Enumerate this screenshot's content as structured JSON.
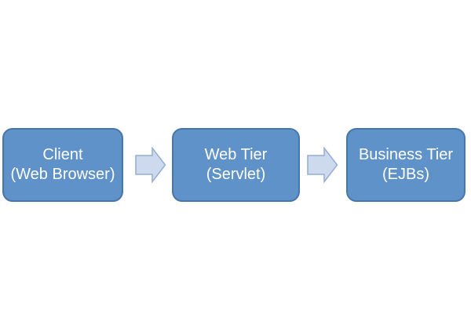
{
  "diagram": {
    "type": "flow",
    "direction": "left-to-right",
    "nodes": [
      {
        "id": "client",
        "line1": "Client",
        "line2": "(Web Browser)"
      },
      {
        "id": "web",
        "line1": "Web Tier",
        "line2": "(Servlet)"
      },
      {
        "id": "business",
        "line1": "Business Tier",
        "line2": "(EJBs)"
      }
    ],
    "connectors": [
      {
        "from": "client",
        "to": "web",
        "shape": "block-arrow-right"
      },
      {
        "from": "web",
        "to": "business",
        "shape": "block-arrow-right"
      }
    ],
    "colors": {
      "background": "#FFFFFF",
      "node_fill": "#5F92C8",
      "node_border": "#4776AD",
      "node_text": "#FFFFFF",
      "arrow_fill": "#CDD9EC",
      "arrow_border": "#93AED3"
    }
  }
}
